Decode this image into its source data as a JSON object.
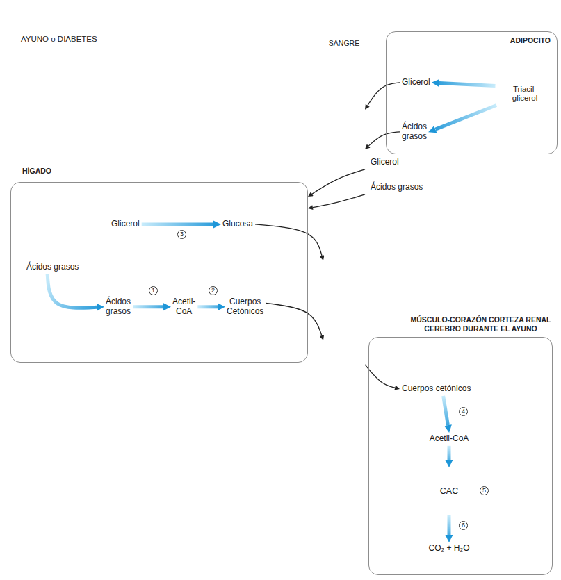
{
  "diagram": {
    "title": "AYUNO o DIABETES",
    "nodes": [
      {
        "text": [
          "ADIPOCITO"
        ]
      },
      {
        "text": [
          "Triacil- glicerol"
        ],
        "in": 0
      },
      {
        "text": [
          "Glicerol"
        ],
        "in": 0
      },
      {
        "text": [
          "Ácidos grasos"
        ],
        "in": 0
      },
      {
        "text": [
          "SANGRE"
        ]
      },
      {
        "text": [
          "HÍGADO"
        ]
      },
      {
        "text": [
          "Glicerol"
        ],
        "in": 5
      },
      {
        "text": [
          "Glucosa"
        ],
        "in": 5
      },
      {
        "text": [
          "Ácidos grasos"
        ],
        "in": 5
      },
      {
        "in": 5
      },
      {
        "text": [
          "Ácidos grasos"
        ],
        "in": 9
      },
      {
        "text": [
          "Acetil- CoA"
        ],
        "in": 9
      },
      {
        "text": [
          "Cuerpos Cetónicos"
        ],
        "in": 9
      },
      {
        "text": [
          "MÚSCULO-CORAZÓN CORTEZA RENAL CEREBRO DURANTE EL AYUNO"
        ]
      },
      {
        "in": 13
      },
      {
        "text": [
          "Cuerpos cetónicos"
        ],
        "in": 14
      },
      {
        "text": [
          "Acetil-CoA"
        ],
        "in": 14
      },
      {
        "text": [
          "CAC"
        ],
        "in": 14
      },
      {
        "text": [
          "CO₂ + H₂O"
        ],
        "in": 14
      }
    ],
    "edges": [
      {
        "from": 1,
        "to": 2,
        "arrow": "to"
      },
      {
        "from": 1,
        "to": 3,
        "arrow": "to"
      },
      {
        "from": 2,
        "to": 4,
        "arrow": "to"
      },
      {
        "from": 3,
        "to": 4,
        "arrow": "to"
      },
      {
        "from": 4,
        "to": 5,
        "label": "Glicerol",
        "arrow": "to"
      },
      {
        "from": 4,
        "to": 5,
        "label": "Ácidos grasos",
        "arrow": "to"
      },
      {
        "from": 6,
        "to": 7,
        "arrow": "to"
      },
      {
        "from": 7,
        "to": 4,
        "arrow": "to"
      },
      {
        "from": 8,
        "to": 10,
        "arrow": "to"
      },
      {
        "from": 10,
        "to": 11,
        "arrow": "to"
      },
      {
        "from": 11,
        "to": 12,
        "arrow": "to"
      },
      {
        "from": 12,
        "to": 4,
        "arrow": "to"
      },
      {
        "from": 4,
        "to": 15,
        "arrow": "to"
      },
      {
        "from": 15,
        "to": 16,
        "arrow": "to"
      },
      {
        "from": 16,
        "to": 17,
        "arrow": "to"
      },
      {
        "from": 17,
        "to": 18,
        "arrow": "to"
      }
    ],
    "labels": [
      "1",
      "2",
      "3",
      "4",
      "5",
      "6"
    ]
  }
}
